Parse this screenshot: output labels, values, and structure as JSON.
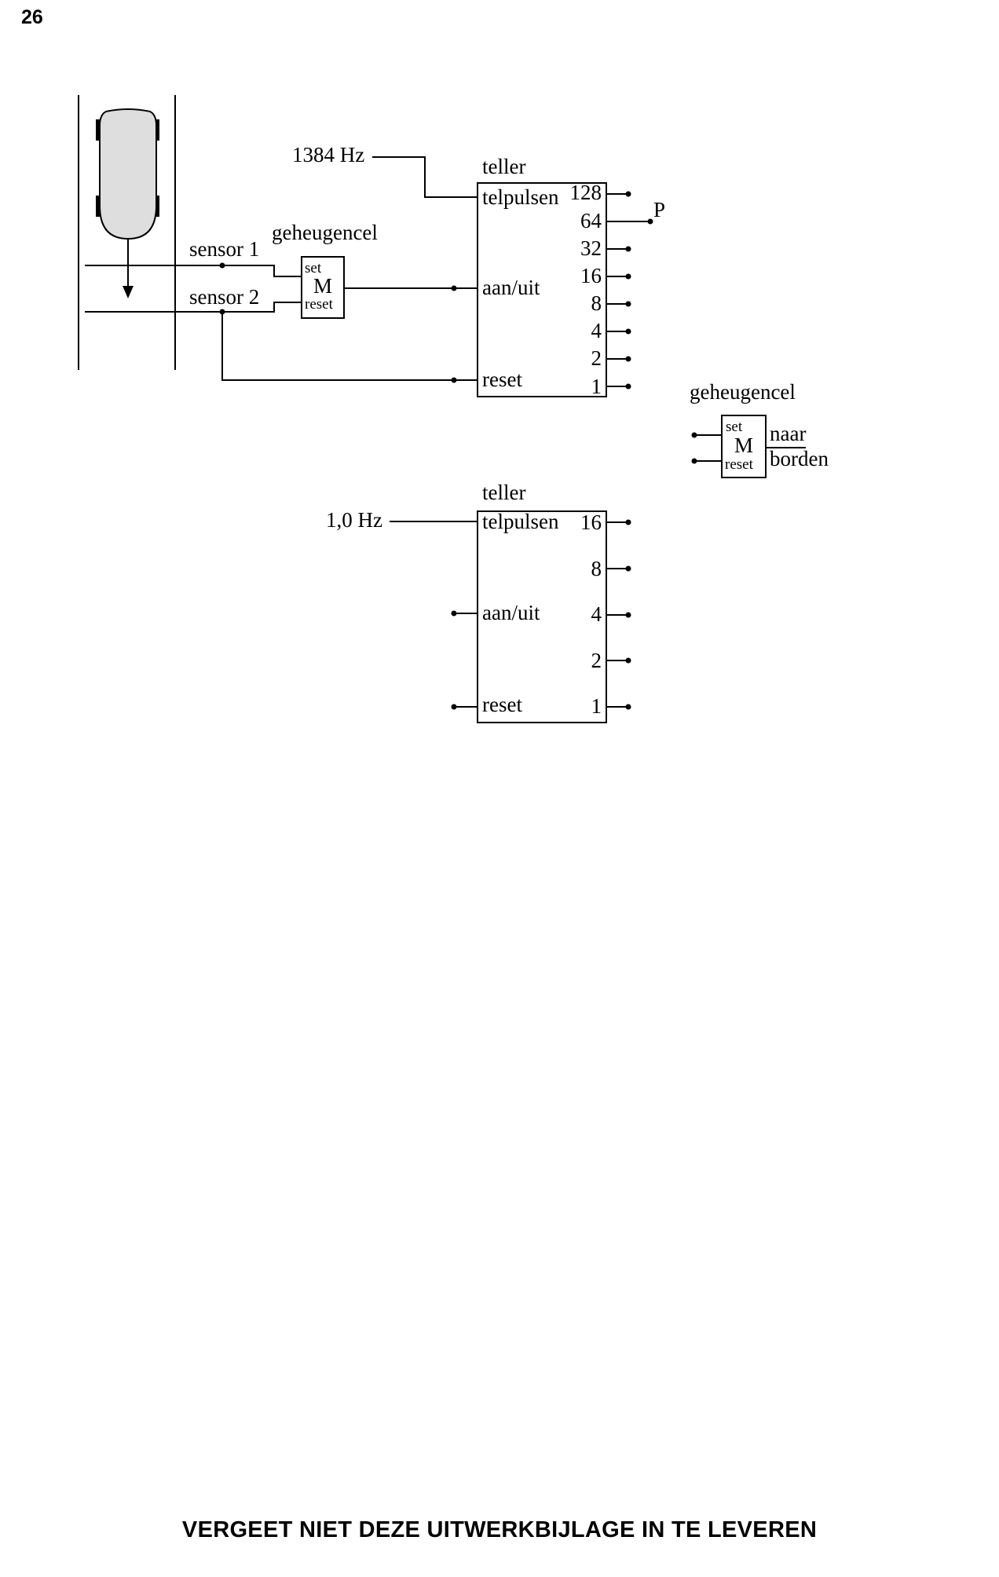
{
  "page_number": "26",
  "footer": "VERGEET NIET DEZE UITWERKBIJLAGE IN TE LEVEREN",
  "sensors": {
    "sensor1": "sensor 1",
    "sensor2": "sensor 2"
  },
  "memory_cell_1": {
    "title": "geheugencel",
    "set": "set",
    "core": "M",
    "reset": "reset"
  },
  "counter_1": {
    "title": "teller",
    "clock": "1384 Hz",
    "inputs": {
      "count": "telpulsen",
      "enable": "aan/uit",
      "reset": "reset"
    },
    "outputs": [
      "128",
      "64",
      "32",
      "16",
      "8",
      "4",
      "2",
      "1"
    ],
    "output_label": "P"
  },
  "memory_cell_2": {
    "title": "geheugencel",
    "set": "set",
    "core": "M",
    "reset": "reset",
    "output_line1": "naar",
    "output_line2": "borden"
  },
  "counter_2": {
    "title": "teller",
    "clock": "1,0 Hz",
    "inputs": {
      "count": "telpulsen",
      "enable": "aan/uit",
      "reset": "reset"
    },
    "outputs": [
      "16",
      "8",
      "4",
      "2",
      "1"
    ]
  }
}
